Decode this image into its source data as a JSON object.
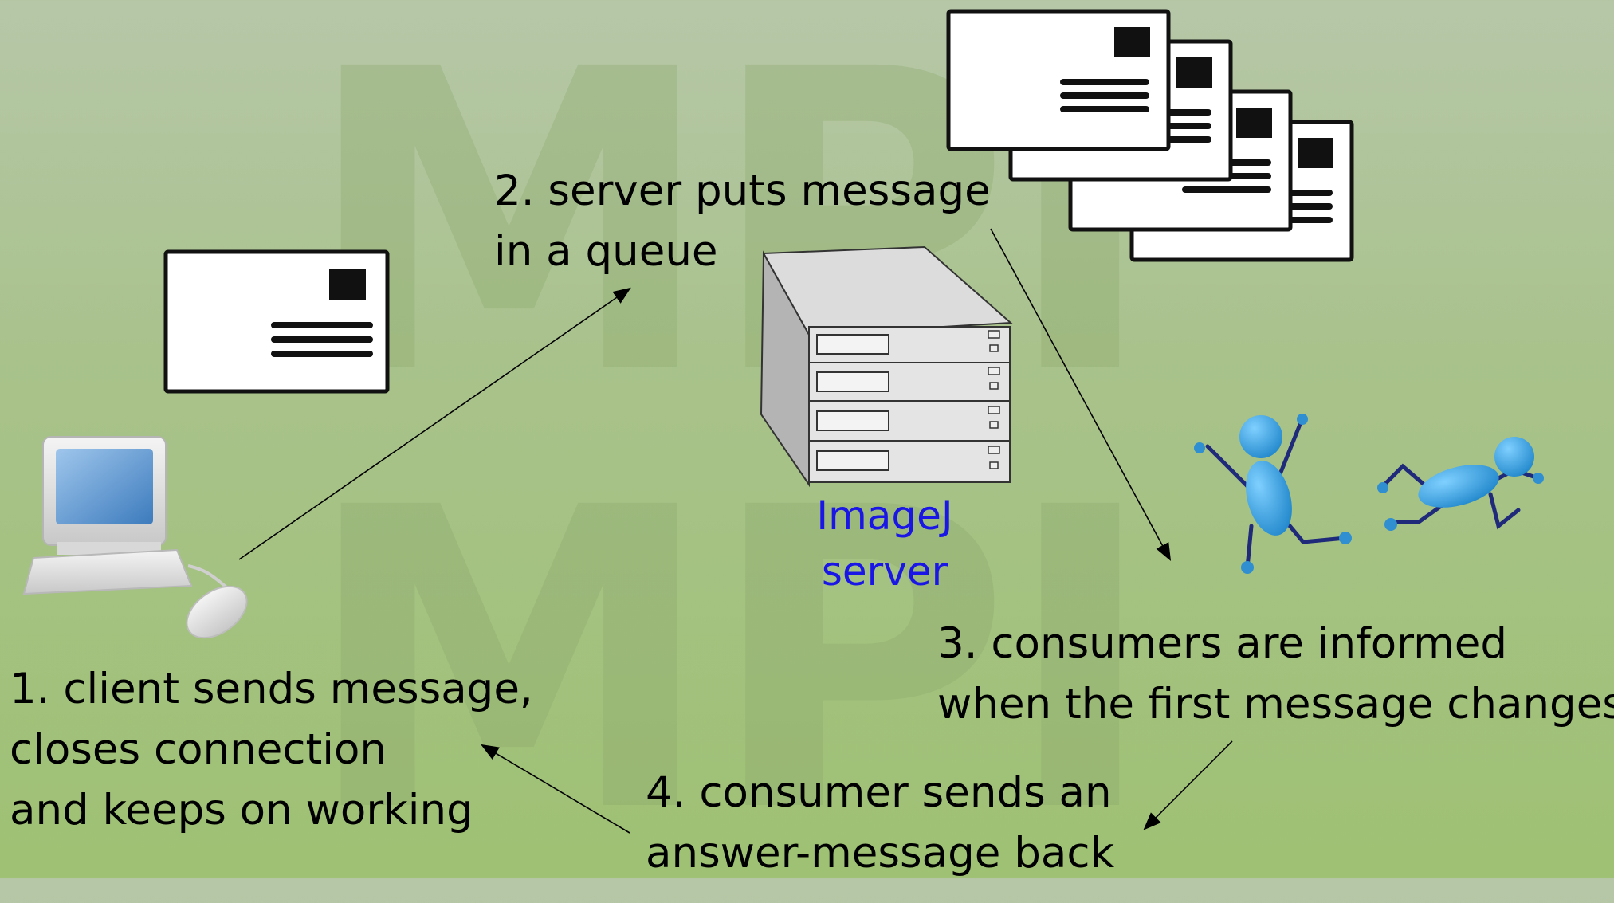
{
  "watermark": {
    "top": "MPI",
    "bottom": "MPI"
  },
  "steps": {
    "step1": {
      "line1": "1. client sends message,",
      "line2": "closes connection",
      "line3": "and keeps on working"
    },
    "step2": {
      "line1": "2. server puts message",
      "line2": "in a queue"
    },
    "step3": {
      "line1": "3. consumers are informed",
      "line2": "when the first message changes"
    },
    "step4": {
      "line1": "4. consumer sends an",
      "line2": "answer-message back"
    }
  },
  "server": {
    "line1": "ImageJ",
    "line2": "server"
  },
  "colors": {
    "server_label": "#1a16e6",
    "arrow": "#000000",
    "figure": "#2f8fd0"
  },
  "icons": [
    "computer-icon",
    "envelope-icon",
    "server-rack-icon",
    "envelope-stack-icon",
    "running-figure-icon"
  ]
}
